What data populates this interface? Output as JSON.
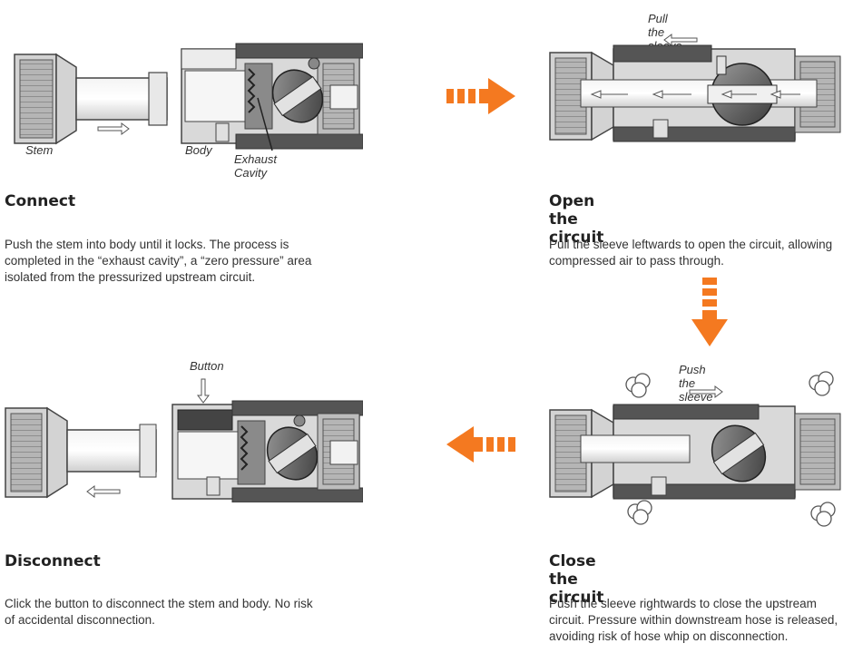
{
  "steps": [
    {
      "title": "Connect",
      "description": "Push the stem into body until it locks. The process is completed in the “exhaust cavity”, a “zero pressure” area isolated from the pressurized upstream circuit.",
      "labels": {
        "stem": "Stem",
        "body": "Body",
        "cavity": "Exhaust Cavity"
      }
    },
    {
      "title": "Open the circuit",
      "description": "Pull the sleeve leftwards to open the circuit, allowing compressed air to pass through.",
      "labels": {
        "sleeve": "Pull the sleeve"
      }
    },
    {
      "title": "Close the circuit",
      "description": "Push the sleeve rightwards to close the upstream circuit. Pressure within downstream hose is released, avoiding risk of hose whip on disconnection.",
      "labels": {
        "sleeve": "Push the sleeve"
      }
    },
    {
      "title": "Disconnect",
      "description": "Click the button to disconnect the stem and body. No risk of accidental disconnection.",
      "labels": {
        "button": "Button"
      }
    }
  ],
  "colors": {
    "accent": "#f47920",
    "body_dark": "#555555",
    "body_mid": "#a9a9a9",
    "body_light": "#d6d6d6"
  },
  "flow_arrows": [
    "arrow-right-icon",
    "arrow-down-icon",
    "arrow-left-icon"
  ]
}
